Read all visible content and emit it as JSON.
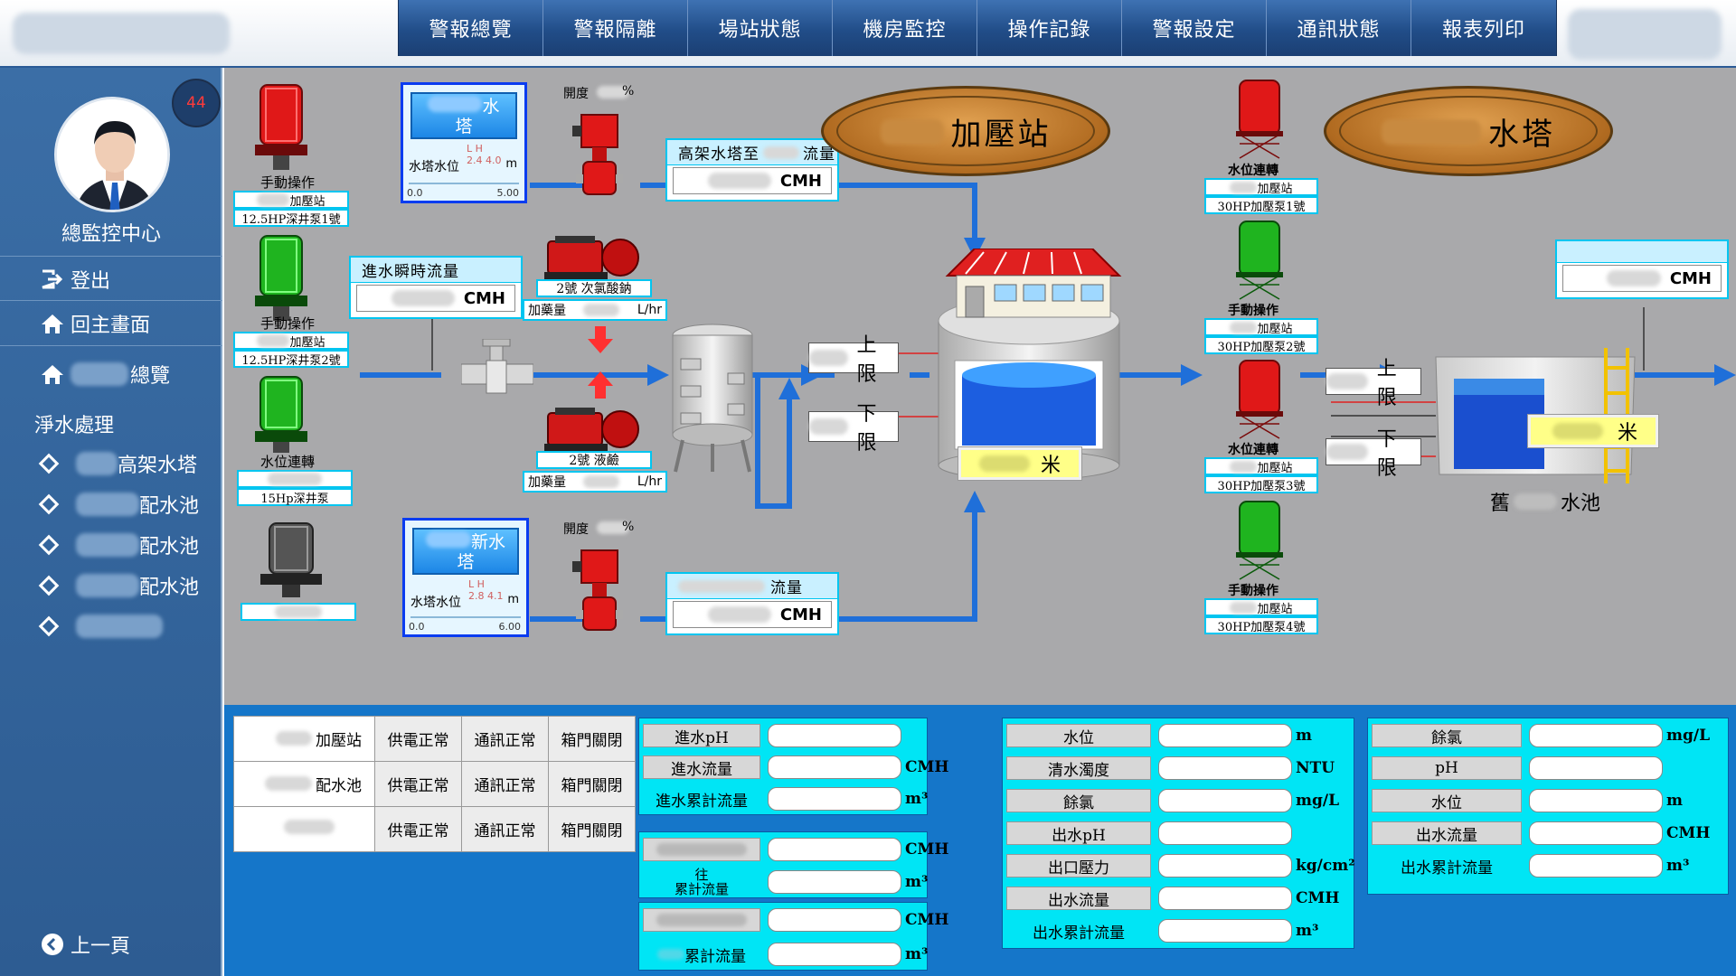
{
  "nav": [
    "警報總覽",
    "警報隔離",
    "場站狀態",
    "機房監控",
    "操作記錄",
    "警報設定",
    "通訊狀態",
    "報表列印"
  ],
  "sidebar": {
    "badge": "44",
    "center_name": "總監控中心",
    "logout": "登出",
    "home": "回主畫面",
    "overview": "總覽",
    "section": "淨水處理",
    "subitems": [
      "高架水塔",
      "配水池",
      "配水池",
      "配水池"
    ],
    "back": "上一頁"
  },
  "diagram": {
    "pump1_label": "手動操作",
    "pump1_site": "加壓站",
    "pump1_name": "12.5HP深井泵1號",
    "pump2_label": "手動操作",
    "pump2_site": "加壓站",
    "pump2_name": "12.5HP深井泵2號",
    "pump3_label": "水位連轉",
    "pump3_name": "15Hp深井泵",
    "tower1": {
      "title_suffix": "水",
      "title2": "塔",
      "level_label": "水塔水位",
      "unit": "m",
      "min": "0.0",
      "max": "5.00",
      "l": "L",
      "h": "H",
      "l_val": "2.4",
      "h_val": "4.0"
    },
    "tower2": {
      "title_suffix": "新水",
      "title2": "塔",
      "level_label": "水塔水位",
      "unit": "m",
      "min": "0.0",
      "max": "6.00",
      "l": "L",
      "h": "H",
      "l_val": "2.8",
      "h_val": "4.1"
    },
    "valve1_label": "開度",
    "valve1_unit": "%",
    "valve2_label": "開度",
    "valve2_unit": "%",
    "flow_high_title": "高架水塔至",
    "flow_high_suffix": "流量",
    "flow_high_unit": "CMH",
    "inflow_title": "進水瞬時流量",
    "inflow_unit": "CMH",
    "flow_new_suffix": "流量",
    "flow_new_unit": "CMH",
    "chem1_name": "2號 次氯酸鈉",
    "chem1_dose": "加藥量",
    "chem1_unit": "L/hr",
    "chem2_name": "2號 液鹼",
    "chem2_dose": "加藥量",
    "chem2_unit": "L/hr",
    "booster_title": "加壓站",
    "tower_title": "水塔",
    "upper": "上限",
    "lower": "下限",
    "meter": "米",
    "pump_a": {
      "label": "水位連轉",
      "site": "加壓站",
      "name": "30HP加壓泵1號"
    },
    "pump_b": {
      "label": "手動操作",
      "site": "加壓站",
      "name": "30HP加壓泵2號"
    },
    "pump_c": {
      "label": "水位連轉",
      "site": "加壓站",
      "name": "30HP加壓泵3號"
    },
    "pump_d": {
      "label": "手動操作",
      "site": "加壓站",
      "name": "30HP加壓泵4號"
    },
    "out_unit": "CMH",
    "old_pool_prefix": "舊",
    "old_pool_suffix": "水池"
  },
  "status": [
    {
      "name": "加壓站",
      "power": "供電正常",
      "comm": "通訊正常",
      "door": "箱門關閉"
    },
    {
      "name": "配水池",
      "power": "供電正常",
      "comm": "通訊正常",
      "door": "箱門關閉"
    },
    {
      "name": "",
      "power": "供電正常",
      "comm": "通訊正常",
      "door": "箱門關閉"
    }
  ],
  "panel1": [
    {
      "label": "進水pH",
      "unit": ""
    },
    {
      "label": "進水流量",
      "unit": "CMH"
    },
    {
      "label": "進水累計流量",
      "unit": "m³"
    }
  ],
  "panel1b": [
    {
      "label": "",
      "unit": "CMH"
    },
    {
      "label": "往",
      "label2": "累計流量",
      "unit": "m³"
    }
  ],
  "panel1c": [
    {
      "label": "",
      "unit": "CMH"
    },
    {
      "label": "累計流量",
      "unit": "m³"
    }
  ],
  "panel2": [
    {
      "label": "水位",
      "unit": "m"
    },
    {
      "label": "清水濁度",
      "unit": "NTU"
    },
    {
      "label": "餘氯",
      "unit": "mg/L"
    },
    {
      "label": "出水pH",
      "unit": ""
    },
    {
      "label": "出口壓力",
      "unit": "kg/cm²"
    },
    {
      "label": "出水流量",
      "unit": "CMH"
    },
    {
      "label": "出水累計流量",
      "unit": "m³"
    }
  ],
  "panel3": [
    {
      "label": "餘氯",
      "unit": "mg/L"
    },
    {
      "label": "pH",
      "unit": ""
    },
    {
      "label": "水位",
      "unit": "m"
    },
    {
      "label": "出水流量",
      "unit": "CMH"
    },
    {
      "label": "出水累計流量",
      "unit": "m³"
    }
  ],
  "colors": {
    "pipe": "#1f6fd9",
    "accent": "#00c5f0",
    "nav": "#214d88",
    "pump_red": "#e01818",
    "pump_green": "#1fb41f"
  }
}
